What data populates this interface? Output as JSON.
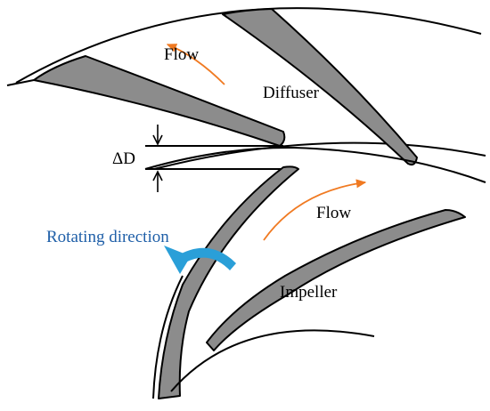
{
  "labels": {
    "flow_diffuser": "Flow",
    "diffuser": "Diffuser",
    "gap": "ΔD",
    "flow_impeller": "Flow",
    "rotating_direction": "Rotating direction",
    "impeller": "Impeller"
  },
  "colors": {
    "blade_fill": "#8c8c8c",
    "outline": "#000000",
    "flow_arrow": "#f07a22",
    "rotation_arrow": "#2a9fd8",
    "rotation_text": "#1f5fa8"
  }
}
